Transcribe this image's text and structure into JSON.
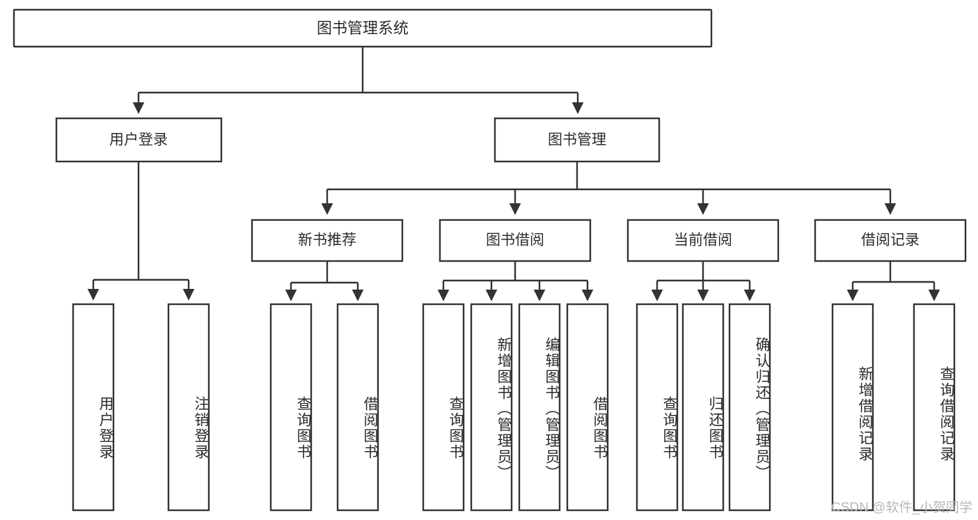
{
  "diagram": {
    "title": "图书管理系统",
    "type": "hierarchy-tree",
    "watermark": "CSDN @软件_小贺同学",
    "colors": {
      "box_stroke": "#333333",
      "box_fill": "#ffffff",
      "text": "#2b2b2b",
      "watermark": "#b8b8b8",
      "background": "#ffffff"
    },
    "root": {
      "label": "图书管理系统"
    },
    "level2": [
      {
        "label": "用户登录"
      },
      {
        "label": "图书管理"
      }
    ],
    "level3": [
      {
        "label": "新书推荐"
      },
      {
        "label": "图书借阅"
      },
      {
        "label": "当前借阅"
      },
      {
        "label": "借阅记录"
      }
    ],
    "leaves": {
      "user_login": [
        {
          "label": "用户登录"
        },
        {
          "label": "注销登录"
        }
      ],
      "new_book": [
        {
          "label": "查询图书"
        },
        {
          "label": "借阅图书"
        }
      ],
      "book_borrow": [
        {
          "label": "查询图书"
        },
        {
          "label": "新增图书（管理员）"
        },
        {
          "label": "编辑图书（管理员）"
        },
        {
          "label": "借阅图书"
        }
      ],
      "current_borrow": [
        {
          "label": "查询图书"
        },
        {
          "label": "归还图书"
        },
        {
          "label": "确认归还（管理员）"
        }
      ],
      "borrow_record": [
        {
          "label": "新增借阅记录"
        },
        {
          "label": "查询借阅记录"
        }
      ]
    }
  }
}
